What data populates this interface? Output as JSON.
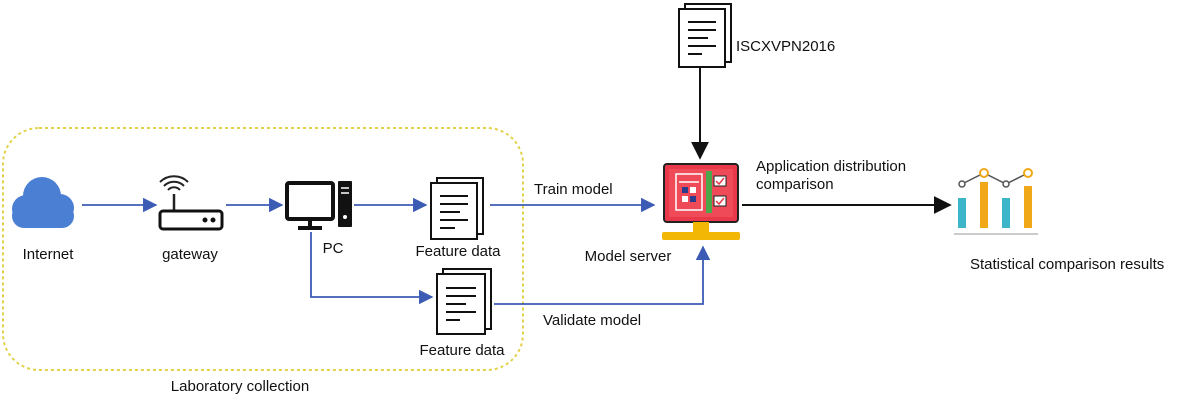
{
  "nodes": {
    "internet": {
      "label": "Internet",
      "icon": "cloud-icon"
    },
    "gateway": {
      "label": "gateway",
      "icon": "router-icon"
    },
    "pc": {
      "label": "PC",
      "icon": "desktop-computer-icon"
    },
    "feature_data_train": {
      "label": "Feature data",
      "icon": "document-icon"
    },
    "feature_data_validate": {
      "label": "Feature data",
      "icon": "document-icon"
    },
    "dataset": {
      "label": "ISCXVPN2016",
      "icon": "document-icon"
    },
    "model_server": {
      "label": "Model server",
      "icon": "model-server-monitor-icon"
    },
    "results": {
      "label": "Statistical comparison results",
      "icon": "bar-line-chart-icon"
    }
  },
  "edges": {
    "train_model": "Train model",
    "validate_model": "Validate model",
    "application_distribution": "Application distribution comparison"
  },
  "group": {
    "label": "Laboratory collection"
  },
  "colors": {
    "flow_arrow": "#3b5bb5",
    "main_arrow": "#111111",
    "cloud": "#4a7fd4",
    "group_border": "#e2d24a",
    "monitor_screen": "#e8384a",
    "monitor_stand": "#f2b705",
    "chart_teal": "#3cb6c8",
    "chart_orange": "#f0a818"
  }
}
